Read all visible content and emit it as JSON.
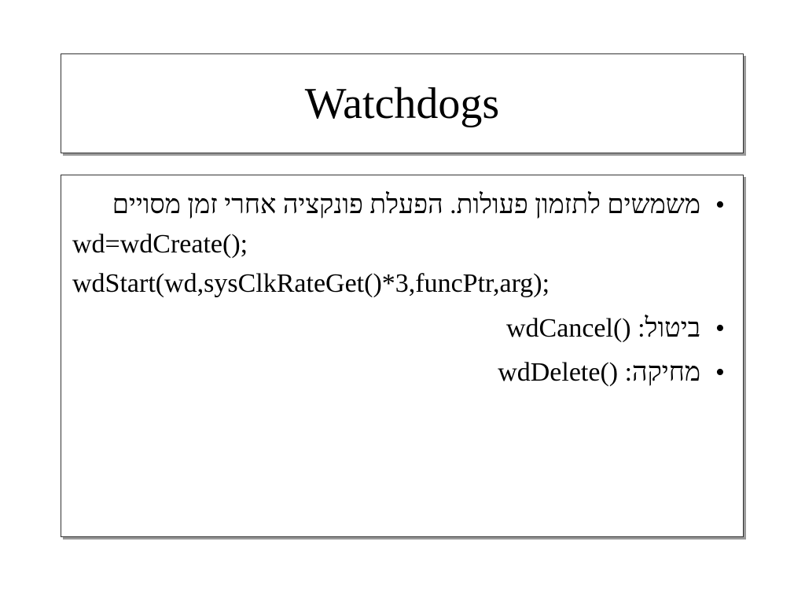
{
  "slide": {
    "title": "Watchdogs",
    "bullet_symbol": "•",
    "items": [
      {
        "text": "משמשים לתזמון פעולות. הפעלת פונקציה אחרי זמן מסויים"
      },
      {
        "code": "wd=wdCreate();"
      },
      {
        "code": "wdStart(wd,sysClkRateGet()*3,funcPtr,arg);"
      },
      {
        "label": "ביטול:",
        "code": "wdCancel()"
      },
      {
        "label": "מחיקה:",
        "code": "wdDelete()"
      }
    ]
  }
}
